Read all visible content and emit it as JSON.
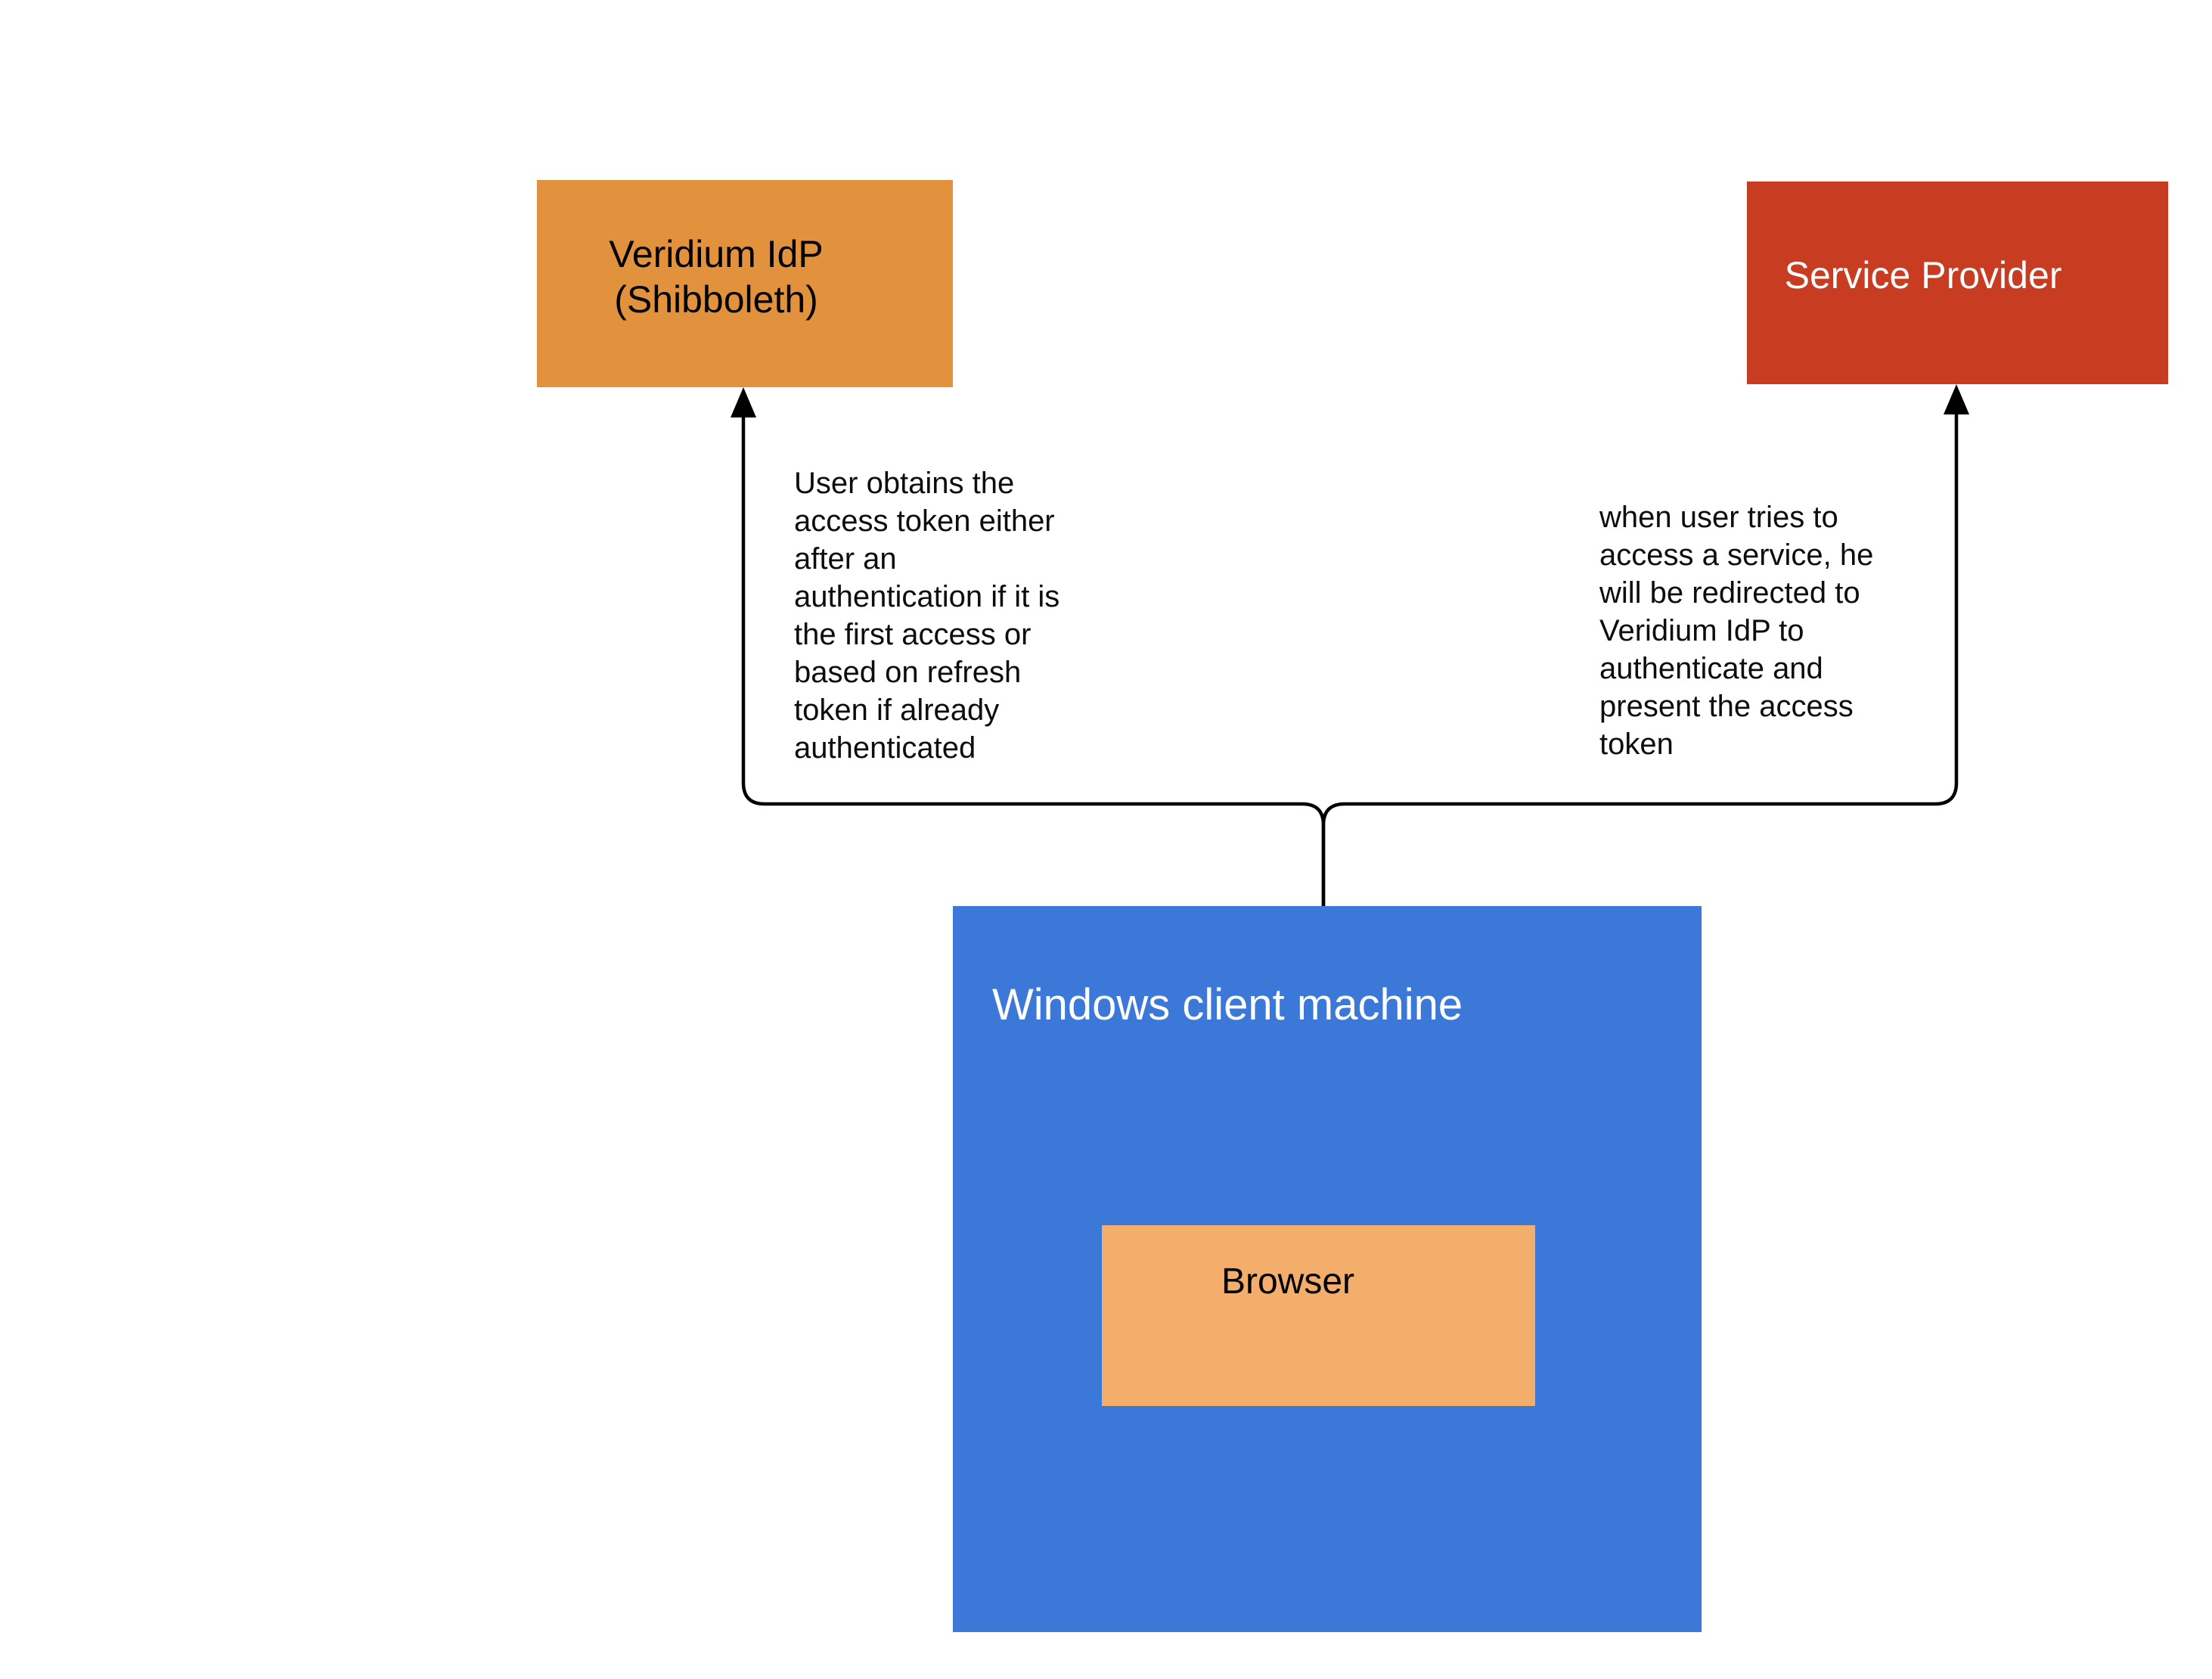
{
  "diagram": {
    "background_color": "#ffffff",
    "connector_color": "#000000",
    "nodes": {
      "veridium_idp": {
        "label": "Veridium IdP\n(Shibboleth)",
        "color": "#e2923d",
        "text_color": "#000000"
      },
      "service_provider": {
        "label": "Service Provider",
        "color": "#c83c21",
        "text_color": "#ffffff"
      },
      "windows_client": {
        "label": "Windows client machine",
        "color": "#3c78d8",
        "text_color": "#ffffff"
      },
      "browser": {
        "label": "Browser",
        "color": "#f3ae6b",
        "text_color": "#000000"
      }
    },
    "annotations": {
      "left": "User obtains the\naccess token either\nafter an\nauthentication if it is\nthe first access or\nbased on refresh\ntoken if already\nauthenticated",
      "right": "when user tries to\naccess a service, he\nwill be redirected to\nVeridium IdP to\nauthenticate and\npresent the access\ntoken"
    }
  }
}
